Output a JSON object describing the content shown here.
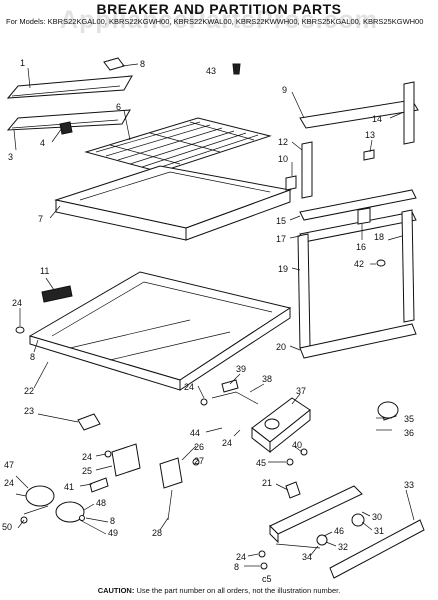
{
  "title": "BREAKER AND PARTITION PARTS",
  "models": "For Models: KBRS22KGAL00, KBRS22KGWH00, KBRS22KWAL00, KBRS22KWWH00, KBRS25KGAL00, KBRS25KGWH00",
  "watermark": "AppliancePartsPros.com",
  "caution_label": "CAUTION:",
  "caution_text": "Use the part number on all orders, not the illustration number.",
  "code": "c5",
  "callouts": [
    {
      "id": "c1",
      "n": "1"
    },
    {
      "id": "c8a",
      "n": "8"
    },
    {
      "id": "c3",
      "n": "3"
    },
    {
      "id": "c4",
      "n": "4"
    },
    {
      "id": "c6",
      "n": "6"
    },
    {
      "id": "c43",
      "n": "43"
    },
    {
      "id": "c7",
      "n": "7"
    },
    {
      "id": "c9",
      "n": "9"
    },
    {
      "id": "c14",
      "n": "14"
    },
    {
      "id": "c12",
      "n": "12"
    },
    {
      "id": "c13",
      "n": "13"
    },
    {
      "id": "c10",
      "n": "10"
    },
    {
      "id": "c15",
      "n": "15"
    },
    {
      "id": "c17",
      "n": "17"
    },
    {
      "id": "c16",
      "n": "16"
    },
    {
      "id": "c18",
      "n": "18"
    },
    {
      "id": "c19",
      "n": "19"
    },
    {
      "id": "c42",
      "n": "42"
    },
    {
      "id": "c11",
      "n": "11"
    },
    {
      "id": "c24a",
      "n": "24"
    },
    {
      "id": "c8b",
      "n": "8"
    },
    {
      "id": "c22",
      "n": "22"
    },
    {
      "id": "c20",
      "n": "20"
    },
    {
      "id": "c23",
      "n": "23"
    },
    {
      "id": "c39",
      "n": "39"
    },
    {
      "id": "c38",
      "n": "38"
    },
    {
      "id": "c24b",
      "n": "24"
    },
    {
      "id": "c37",
      "n": "37"
    },
    {
      "id": "c44",
      "n": "44"
    },
    {
      "id": "c24c",
      "n": "24"
    },
    {
      "id": "c26",
      "n": "26"
    },
    {
      "id": "c27",
      "n": "27"
    },
    {
      "id": "c24d",
      "n": "24"
    },
    {
      "id": "c25",
      "n": "25"
    },
    {
      "id": "c47",
      "n": "47"
    },
    {
      "id": "c45",
      "n": "45"
    },
    {
      "id": "c40",
      "n": "40"
    },
    {
      "id": "c35",
      "n": "35"
    },
    {
      "id": "c36",
      "n": "36"
    },
    {
      "id": "c41",
      "n": "41"
    },
    {
      "id": "c24e",
      "n": "24"
    },
    {
      "id": "c48",
      "n": "48"
    },
    {
      "id": "c8c",
      "n": "8"
    },
    {
      "id": "c50",
      "n": "50"
    },
    {
      "id": "c49",
      "n": "49"
    },
    {
      "id": "c28",
      "n": "28"
    },
    {
      "id": "c21",
      "n": "21"
    },
    {
      "id": "c33",
      "n": "33"
    },
    {
      "id": "c30",
      "n": "30"
    },
    {
      "id": "c31",
      "n": "31"
    },
    {
      "id": "c24f",
      "n": "24"
    },
    {
      "id": "c46",
      "n": "46"
    },
    {
      "id": "c32",
      "n": "32"
    },
    {
      "id": "c8d",
      "n": "8"
    },
    {
      "id": "c34",
      "n": "34"
    }
  ]
}
